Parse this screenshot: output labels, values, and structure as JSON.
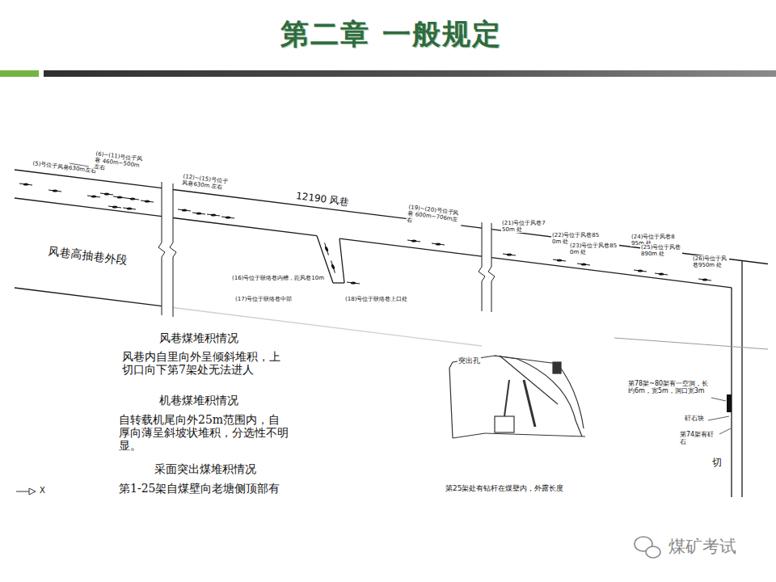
{
  "diagram": {
    "title": "第二章 一般规定",
    "labels": [
      "(5)号位于风巷630m左右",
      "(6)~(11)号位于风巷 460m~500m左右",
      "(12)~(15)号位于风巷630m 左右",
      "(16)号位于联络巷内槽，距风巷10m",
      "(17)号位于联络巷中部",
      "(18)号位于联络巷上口处",
      "(19)~(20)号位于风巷 600m~706m左右",
      "(21)号位于风巷750m 处",
      "(22)号位于风巷850m 处",
      "(23)号位于风巷850m 处",
      "(24)号位于风巷895m 处",
      "(25)号位于风巷 890m 处",
      "(26)号位于风巷950m 处",
      "12190 风巷",
      "风巷高抽巷外段",
      "风巷煤堆积情况",
      "风巷内自里向外呈倾斜堆积，上切口向下第7架处无法进人",
      "机巷煤堆积情况",
      "自转载机尾向外25m范围内，自厚向薄呈斜坡状堆积，分选性不明显。",
      "采面突出煤堆积情况",
      "第1-25架自煤壁向老塘侧顶部有",
      "突出孔",
      "第78架~80架有一空洞，长约6m，宽5m，洞口宽3m",
      "矸石块",
      "第74架有矸石",
      "切",
      "第25架处有钻杆在煤壁内，外露长度",
      "X",
      "煤矿考试"
    ]
  }
}
